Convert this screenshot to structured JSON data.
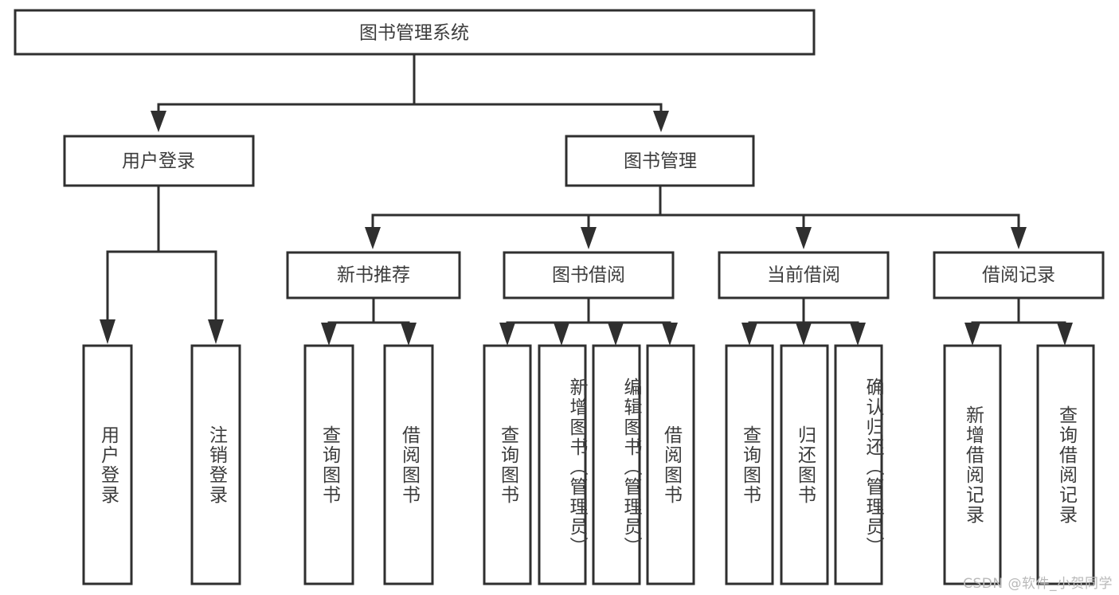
{
  "diagram": {
    "type": "tree-hierarchy-chart",
    "title": "图书管理系统",
    "orientation": "top-down",
    "colors": {
      "box_stroke": "#2f2f2f",
      "box_fill": "#ffffff",
      "text": "#3c3c3c",
      "background": "#ffffff",
      "watermark": "#b9b9b9"
    },
    "root": {
      "id": "root",
      "label": "图书管理系统"
    },
    "level1": [
      {
        "id": "user-login",
        "label": "用户登录"
      },
      {
        "id": "book-management",
        "label": "图书管理"
      }
    ],
    "level2": [
      {
        "id": "new-book-recommend",
        "label": "新书推荐",
        "parent": "book-management"
      },
      {
        "id": "book-borrow",
        "label": "图书借阅",
        "parent": "book-management"
      },
      {
        "id": "current-borrow",
        "label": "当前借阅",
        "parent": "book-management"
      },
      {
        "id": "borrow-record",
        "label": "借阅记录",
        "parent": "book-management"
      }
    ],
    "leaves": {
      "user-login": [
        {
          "id": "leaf-user-login",
          "label": "用户登录"
        },
        {
          "id": "leaf-logout-login",
          "label": "注销登录"
        }
      ],
      "new-book-recommend": [
        {
          "id": "leaf-query-book-1",
          "label": "查询图书"
        },
        {
          "id": "leaf-borrow-book-1",
          "label": "借阅图书"
        }
      ],
      "book-borrow": [
        {
          "id": "leaf-query-book-2",
          "label": "查询图书"
        },
        {
          "id": "leaf-add-book-admin",
          "label": "新增图书（管理员）"
        },
        {
          "id": "leaf-edit-book-admin",
          "label": "编辑图书（管理员）"
        },
        {
          "id": "leaf-borrow-book-2",
          "label": "借阅图书"
        }
      ],
      "current-borrow": [
        {
          "id": "leaf-query-book-3",
          "label": "查询图书"
        },
        {
          "id": "leaf-return-book",
          "label": "归还图书"
        },
        {
          "id": "leaf-confirm-return-admin",
          "label": "确认归还（管理员）"
        }
      ],
      "borrow-record": [
        {
          "id": "leaf-add-borrow-record",
          "label": "新增借阅记录"
        },
        {
          "id": "leaf-query-borrow-record",
          "label": "查询借阅记录"
        }
      ]
    },
    "watermark": "CSDN @软件_小贺同学"
  }
}
